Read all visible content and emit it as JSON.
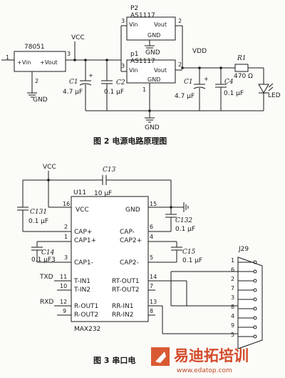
{
  "fig2": {
    "caption": "图 2   电源电路原理图",
    "vcc": "VCC",
    "vdd": "VDD",
    "plus": "+",
    "led": "LED",
    "reg1": {
      "part": "78051",
      "vin": "+Vin",
      "vout": "+Vout",
      "pin1": "1",
      "pin2": "2",
      "pin3": "3",
      "gnd": "GND"
    },
    "reg2": {
      "ref": "P2",
      "part": "AS1117",
      "vin": "Vin",
      "vout": "Vout",
      "gndpin": "GND",
      "pin2": "2",
      "pin3": "3",
      "gnd": "GND"
    },
    "reg3": {
      "ref": "p1",
      "part": "AS1117",
      "vin": "Vin",
      "vout": "Vout",
      "gndpin": "GND",
      "pin1": "1",
      "pin2": "2",
      "pin3": "3",
      "gnd": "GND"
    },
    "c1a": {
      "name": "C1",
      "value": "4.7 μF"
    },
    "c2": {
      "name": "C2",
      "value": "0.1 μF"
    },
    "c1b": {
      "name": "C1",
      "value": "4.7 μF"
    },
    "c4": {
      "name": "C4",
      "value": "0.1 μF"
    },
    "r1": {
      "name": "R1",
      "value": "470 Ω"
    }
  },
  "fig3": {
    "caption": "图 3    串口电",
    "vcc": "VCC",
    "txd": "TXD",
    "rxd": "RXD",
    "chip": {
      "ref": "U11",
      "part": "MAX232",
      "vcc": "VCC",
      "gnd": "GND",
      "capp": "CAP+",
      "cap1p": "CAP1+",
      "capm": "CAP-",
      "cap2p": "CAP2+",
      "cap1m": "CAP1-",
      "cap2m": "CAP2-",
      "tin1": "T-IN1",
      "tin2": "T-IN2",
      "rtout1": "RT-OUT1",
      "rtout2": "RT-OUT2",
      "rout1": "R-OUT1",
      "rout2": "R-OUT2",
      "rrin1": "RR-IN1",
      "rrin2": "RR-IN2"
    },
    "pins": {
      "p16": "16",
      "p15": "15",
      "p2": "2",
      "p1": "1",
      "p6": "6",
      "p4": "4",
      "p3": "3",
      "p5": "5",
      "p11": "11",
      "p10": "10",
      "p14": "14",
      "p7": "7",
      "p12": "12",
      "p9": "9",
      "p13": "13",
      "p8": "8"
    },
    "c13": {
      "name": "C13",
      "value": "10 μF"
    },
    "c131": {
      "name": "C131",
      "value": "0.1 μF"
    },
    "c132": {
      "name": "C132",
      "value": "0.1 μF"
    },
    "c14": {
      "name": "C14",
      "value": "0.1 μF3"
    },
    "c15": {
      "name": "C15",
      "value": "0.1 μF"
    },
    "j29": {
      "ref": "J29",
      "pins": [
        "1",
        "6",
        "2",
        "7",
        "3",
        "8",
        "4",
        "9",
        "5"
      ]
    }
  },
  "watermark": {
    "title": "易迪拓培训",
    "url": "www.edatop.com"
  }
}
